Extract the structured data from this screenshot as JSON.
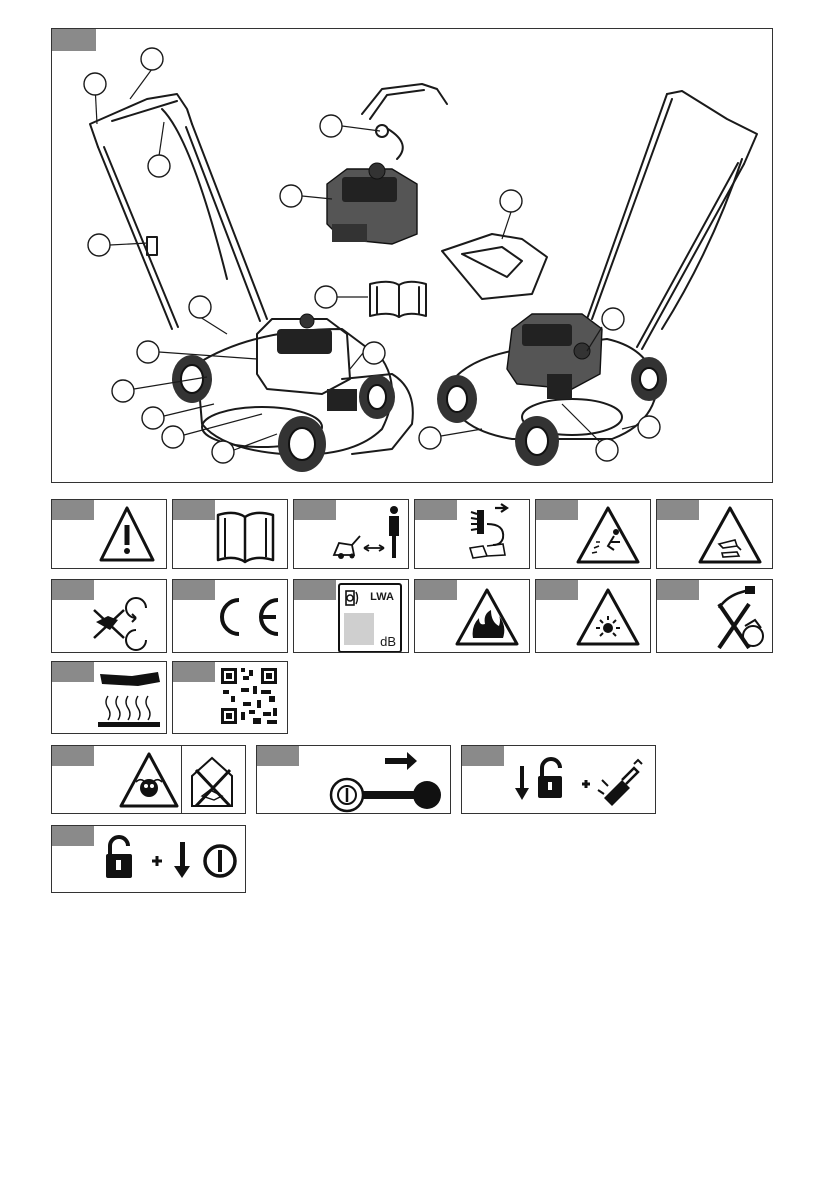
{
  "overview_figure": {
    "callout_count": 19,
    "parts": [
      "handle",
      "operator-presence-bar",
      "cable",
      "cable-clip",
      "engine",
      "manual",
      "grass-catcher-cover",
      "rear-wheel",
      "deck",
      "front-wheel"
    ]
  },
  "safety_symbols": [
    {
      "icon": "warning-triangle-icon"
    },
    {
      "icon": "read-manual-icon"
    },
    {
      "icon": "keep-distance-icon"
    },
    {
      "icon": "remove-spark-plug-icon"
    },
    {
      "icon": "thrown-objects-icon"
    },
    {
      "icon": "cutting-blade-warning-icon"
    },
    {
      "icon": "rotating-blade-hand-icon"
    },
    {
      "icon": "ce-mark-icon"
    },
    {
      "icon": "sound-power-label-icon",
      "text_lwa": "LWA",
      "text_db": "dB"
    },
    {
      "icon": "fire-warning-icon"
    },
    {
      "icon": "explosion-warning-icon"
    },
    {
      "icon": "no-refuel-running-icon"
    },
    {
      "icon": "hot-surface-icon"
    },
    {
      "icon": "qr-code-icon"
    },
    {
      "icon": "toxic-fumes-no-indoor-icon"
    },
    {
      "icon": "remove-key-icon"
    },
    {
      "icon": "unlock-spark-plug-icon"
    },
    {
      "icon": "unlock-stop-icon"
    }
  ]
}
